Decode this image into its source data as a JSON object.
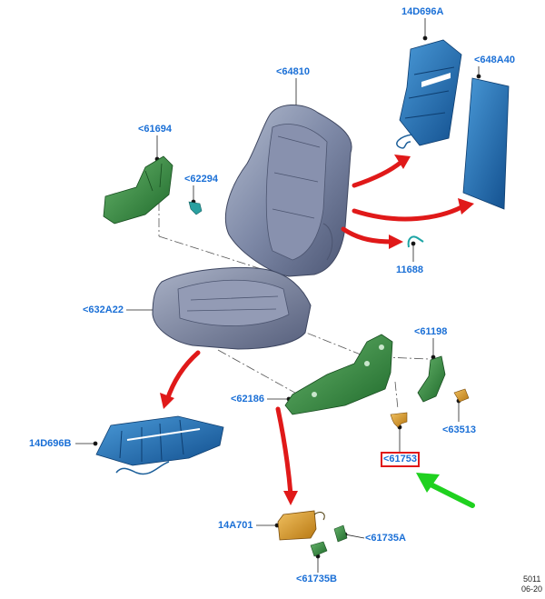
{
  "labels": {
    "p14D696A": "14D696A",
    "p648A40": "<648A40",
    "p64810": "<64810",
    "p61694": "<61694",
    "p62294": "<62294",
    "p11688": "11688",
    "p632A22": "<632A22",
    "p61198": "<61198",
    "p62186": "<62186",
    "p63513": "<63513",
    "p14D696B": "14D696B",
    "p61753": "<61753",
    "p14A701": "14A701",
    "p61735A": "<61735A",
    "p61735B": "<61735B"
  },
  "highlighted_part": "<61753",
  "stamp": {
    "line1": "5011",
    "line2": "06-20"
  },
  "colors": {
    "callout_text": "#1a6fd6",
    "arrow_red": "#e01919",
    "arrow_green": "#1fd11f",
    "seat_grey": "#7f8aa8",
    "frame_green": "#2e8a3a",
    "heater_blue": "#1c6fb5",
    "module_orange": "#d79a2a"
  }
}
